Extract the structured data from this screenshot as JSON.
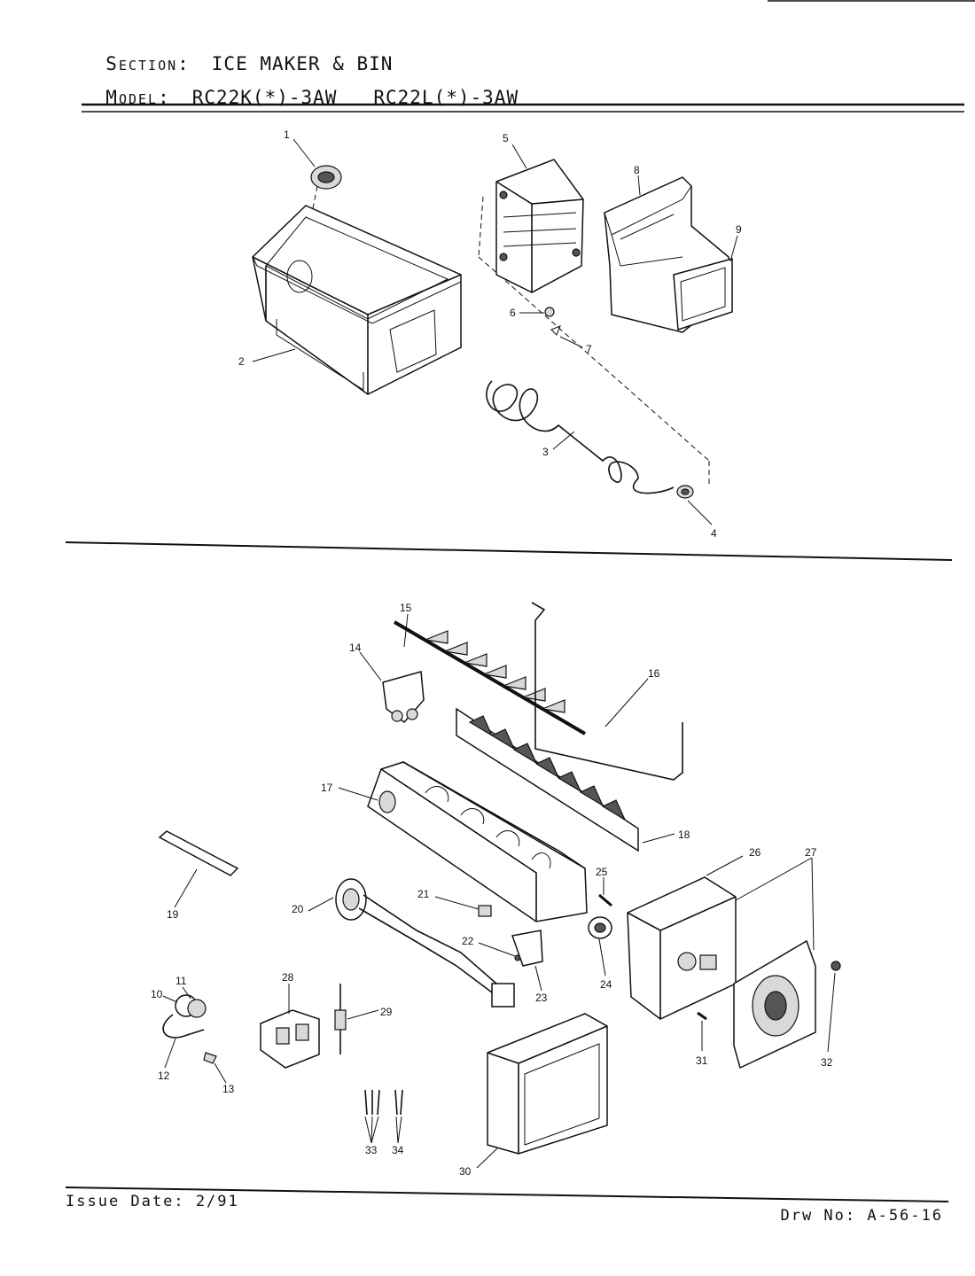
{
  "header": {
    "section_label": "Section:",
    "section_value": "ICE MAKER & BIN",
    "model_label": "Model:",
    "model_value": "RC22K(*)-3AW   RC22L(*)-3AW"
  },
  "callouts": [
    "1",
    "2",
    "3",
    "4",
    "5",
    "6",
    "7",
    "8",
    "9",
    "10",
    "11",
    "12",
    "13",
    "14",
    "15",
    "16",
    "17",
    "18",
    "19",
    "20",
    "21",
    "22",
    "23",
    "24",
    "25",
    "26",
    "27",
    "28",
    "29",
    "30",
    "31",
    "32",
    "33",
    "34"
  ],
  "footer": {
    "issue_date": "Issue Date: 2/91",
    "drawing_no": "Drw No: A-56-16"
  }
}
